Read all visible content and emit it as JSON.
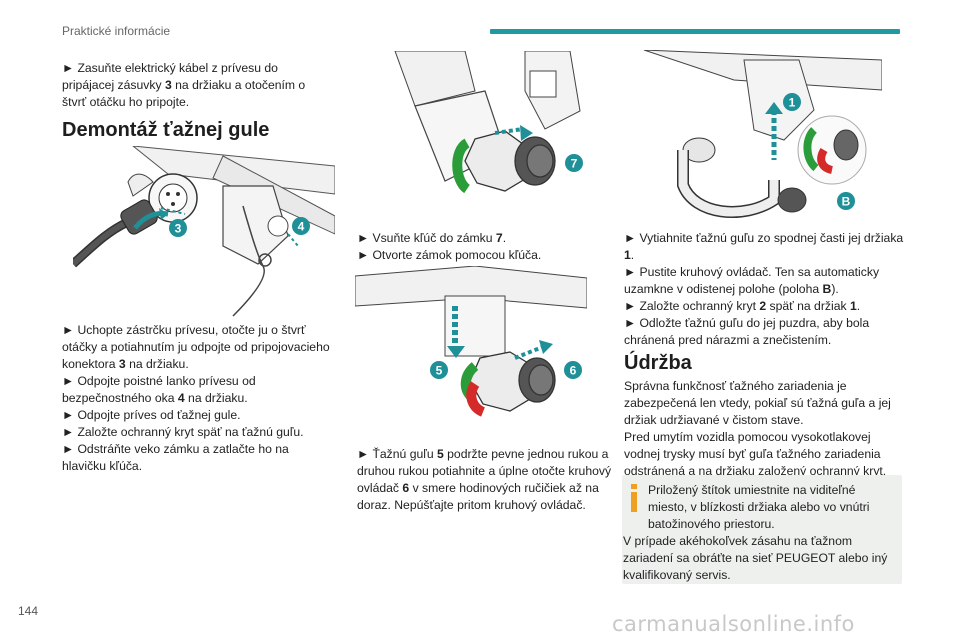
{
  "header": {
    "section_title": "Praktické informácie",
    "accent_color": "#1f9aa3"
  },
  "page_number": "144",
  "watermark": "carmanualsonline.info",
  "column1": {
    "intro": "► Zasuňte elektrický kábel z prívesu do pripájacej zásuvky 3 na držiaku a otočením o štvrť otáčku ho pripojte.",
    "heading": "Demontáž ťažnej gule",
    "figure_labels": [
      "3",
      "4"
    ],
    "steps": [
      "► Uchopte zástrčku prívesu, otočte ju o štvrť otáčky a potiahnutím ju odpojte od pripojovacieho konektora 3 na držiaku.",
      "► Odpojte poistné lanko prívesu od bezpečnostného oka 4 na držiaku.",
      "► Odpojte príves od ťažnej gule.",
      "► Založte ochranný kryt späť na ťažnú guľu.",
      "► Odstráňte veko zámku a zatlačte ho na hlavičku kľúča."
    ]
  },
  "column2": {
    "figure1_labels": [
      "7"
    ],
    "steps1": [
      "► Vsuňte kľúč do zámku 7.",
      "► Otvorte zámok pomocou kľúča."
    ],
    "figure2_labels": [
      "5",
      "6"
    ],
    "steps2": "► Ťažnú guľu 5 podržte pevne jednou rukou a druhou rukou potiahnite a úplne otočte kruhový ovládač 6 v smere hodinových ručičiek až na doraz. Nepúšťajte pritom kruhový ovládač."
  },
  "column3": {
    "figure_labels": [
      "1",
      "B"
    ],
    "steps": [
      "► Vytiahnite ťažnú guľu zo spodnej časti jej držiaka 1.",
      "► Pustite kruhový ovládač. Ten sa automaticky uzamkne v odistenej polohe (poloha B).",
      "► Založte ochranný kryt 2 späť na držiak 1.",
      "► Odložte ťažnú guľu do jej puzdra, aby bola chránená pred nárazmi a znečistením."
    ],
    "heading": "Údržba",
    "paragraphs": [
      "Správna funkčnosť ťažného zariadenia je zabezpečená len vtedy, pokiaľ sú ťažná guľa a jej držiak udržiavané v čistom stave.",
      "Pred umytím vozidla pomocou vysokotlakovej vodnej trysky musí byť guľa ťažného zariadenia odstránená a na držiaku založený ochranný kryt."
    ],
    "note": [
      "Priložený štítok umiestnite na viditeľné miesto, v blízkosti držiaka alebo vo vnútri batožinového priestoru.",
      "V prípade akéhokoľvek zásahu na ťažnom zariadení sa obráťte na sieť PEUGEOT alebo iný kvalifikovaný servis."
    ]
  },
  "colors": {
    "label_teal": "#1f8f98",
    "arrow_green": "#2a9d3a",
    "arrow_red": "#d42a2a"
  }
}
